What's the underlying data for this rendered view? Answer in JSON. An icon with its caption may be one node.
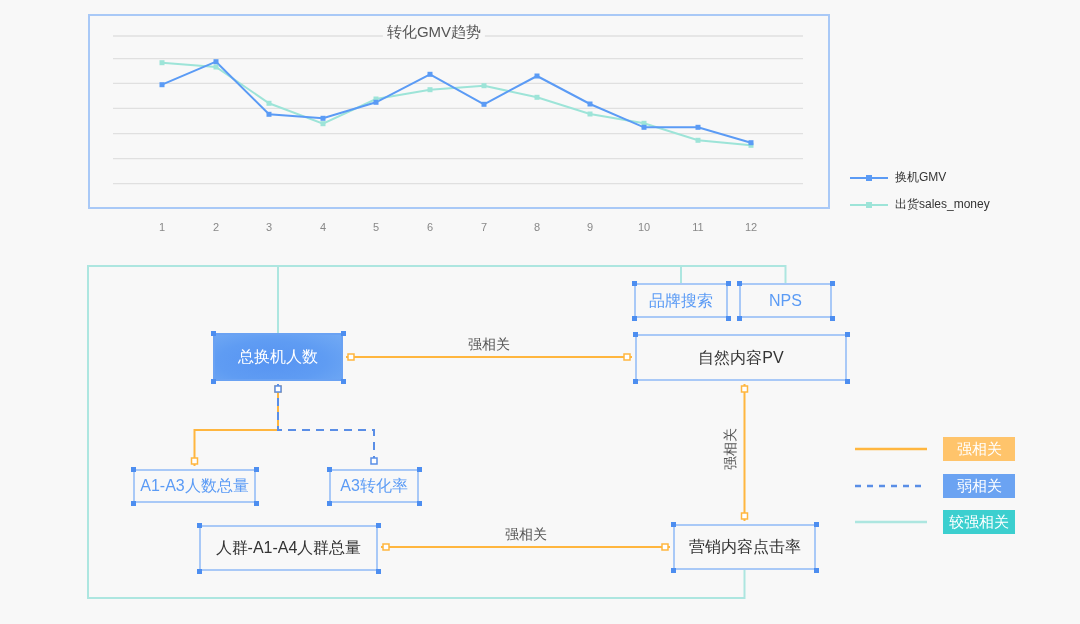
{
  "diagram": {
    "nodes": [
      {
        "text": [
          "转化GMV趋势"
        ]
      },
      {
        "text": [
          "品牌搜索"
        ]
      },
      {
        "text": [
          "NPS"
        ]
      },
      {
        "text": [
          "总换机人数"
        ]
      },
      {
        "text": [
          "自然内容PV"
        ]
      },
      {
        "text": [
          "A1-A3人数总量"
        ]
      },
      {
        "text": [
          "A3转化率"
        ]
      },
      {
        "text": [
          "人群-A1-A4人群总量"
        ]
      },
      {
        "text": [
          "营销内容点击率"
        ]
      }
    ],
    "edges": [
      {
        "from": 3,
        "to": 4,
        "arrow": "other",
        "label": "强相关"
      },
      {
        "from": 3,
        "to": 5,
        "arrow": "other"
      },
      {
        "from": 3,
        "to": 6,
        "arrow": "other",
        "style": "dashed",
        "color": "#5a8ee6"
      },
      {
        "from": 4,
        "to": 8,
        "arrow": "other",
        "label": "强相关"
      },
      {
        "from": 7,
        "to": 8,
        "arrow": "other",
        "label": "强相关"
      },
      {
        "from": 8,
        "to": 3,
        "arrow": "none",
        "color": "#ade6e0"
      },
      {
        "from": 8,
        "to": 1,
        "arrow": "none",
        "color": "#ade6e0"
      },
      {
        "from": 8,
        "to": 2,
        "arrow": "none",
        "color": "#ade6e0"
      }
    ],
    "labels": [
      "1",
      "2",
      "3",
      "4",
      "5",
      "6",
      "7",
      "8",
      "9",
      "10",
      "11",
      "12"
    ],
    "legend": [
      {
        "text": "换机GMV"
      },
      {
        "text": "出货sales_money"
      },
      {
        "text": "强相关",
        "color": "#ffc46b"
      },
      {
        "text": "弱相关",
        "color": "#6ba3f2"
      },
      {
        "text": "较强相关",
        "color": "#3ccfcf"
      }
    ]
  }
}
